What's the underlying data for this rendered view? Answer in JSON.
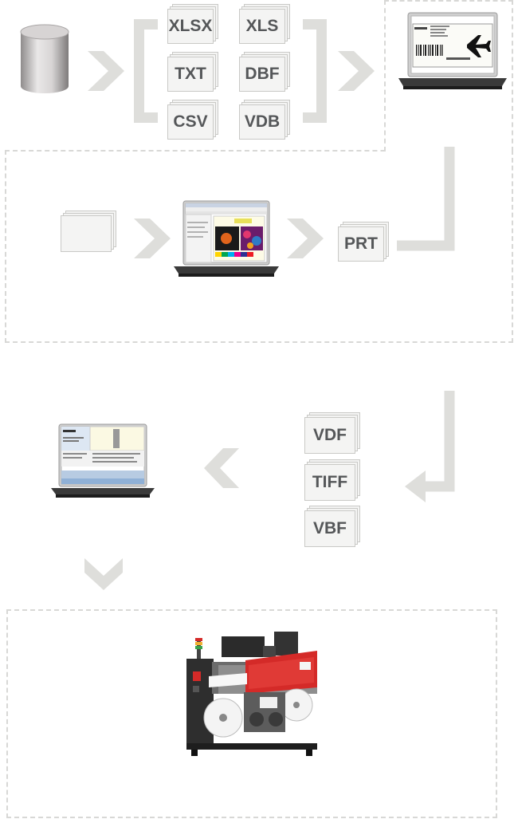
{
  "sources": {
    "formats": [
      "XLSX",
      "XLS",
      "TXT",
      "DBF",
      "CSV",
      "VDB"
    ]
  },
  "spool": {
    "format": "PRT"
  },
  "outputs": {
    "formats": [
      "VDF",
      "TIFF",
      "VBF"
    ]
  },
  "colors": {
    "arrow": "#dededb",
    "dash": "#d8d8d6",
    "tile_text": "#555759",
    "press_red": "#d42a28"
  },
  "icons": [
    "database-icon",
    "laptop-icon",
    "printing-press-icon",
    "chevron-right-icon",
    "chevron-left-icon",
    "chevron-down-icon",
    "corner-arrow-icon"
  ]
}
